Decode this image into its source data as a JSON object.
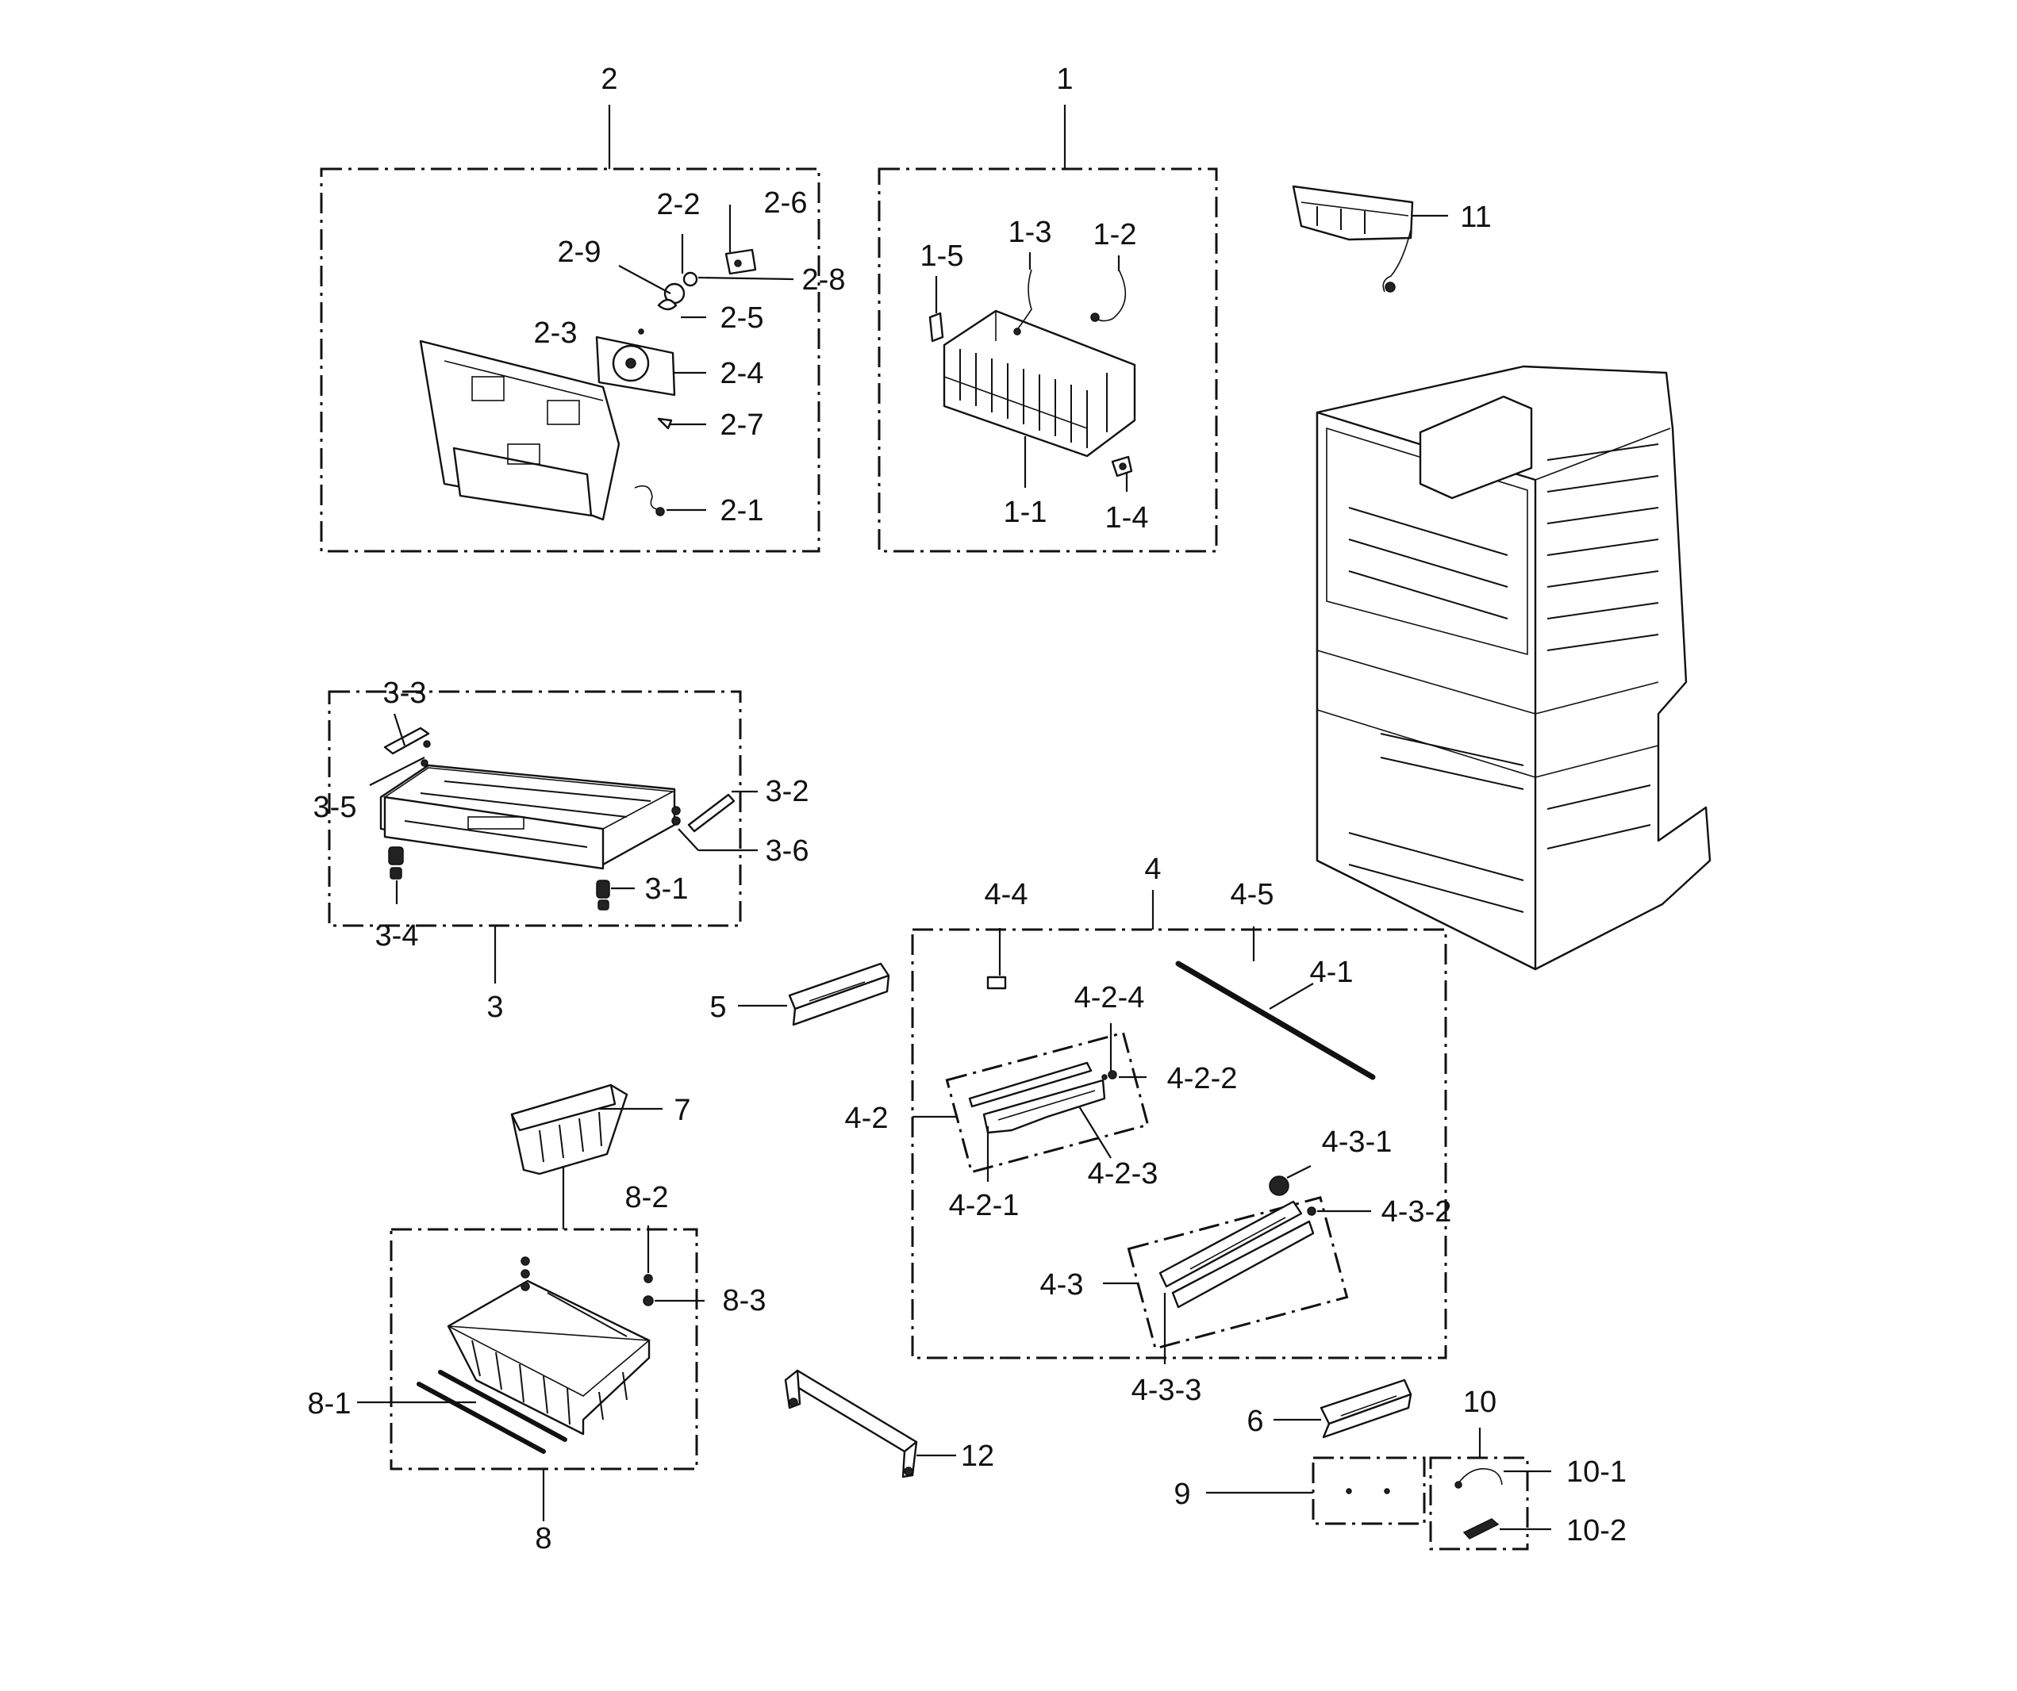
{
  "labels": {
    "g1": "1",
    "l1_1": "1-1",
    "l1_2": "1-2",
    "l1_3": "1-3",
    "l1_4": "1-4",
    "l1_5": "1-5",
    "g2": "2",
    "l2_1": "2-1",
    "l2_2": "2-2",
    "l2_3": "2-3",
    "l2_4": "2-4",
    "l2_5": "2-5",
    "l2_6": "2-6",
    "l2_7": "2-7",
    "l2_8": "2-8",
    "l2_9": "2-9",
    "g3": "3",
    "l3_1": "3-1",
    "l3_2": "3-2",
    "l3_3": "3-3",
    "l3_4": "3-4",
    "l3_5": "3-5",
    "l3_6": "3-6",
    "g4": "4",
    "l4_1": "4-1",
    "l4_2": "4-2",
    "l4_2_1": "4-2-1",
    "l4_2_2": "4-2-2",
    "l4_2_3": "4-2-3",
    "l4_2_4": "4-2-4",
    "l4_3": "4-3",
    "l4_3_1": "4-3-1",
    "l4_3_2": "4-3-2",
    "l4_3_3": "4-3-3",
    "l4_4": "4-4",
    "l4_5": "4-5",
    "g5": "5",
    "g6": "6",
    "g7": "7",
    "g8": "8",
    "l8_1": "8-1",
    "l8_2": "8-2",
    "l8_3": "8-3",
    "g9": "9",
    "g10": "10",
    "l10_1": "10-1",
    "l10_2": "10-2",
    "g11": "11",
    "g12": "12"
  }
}
